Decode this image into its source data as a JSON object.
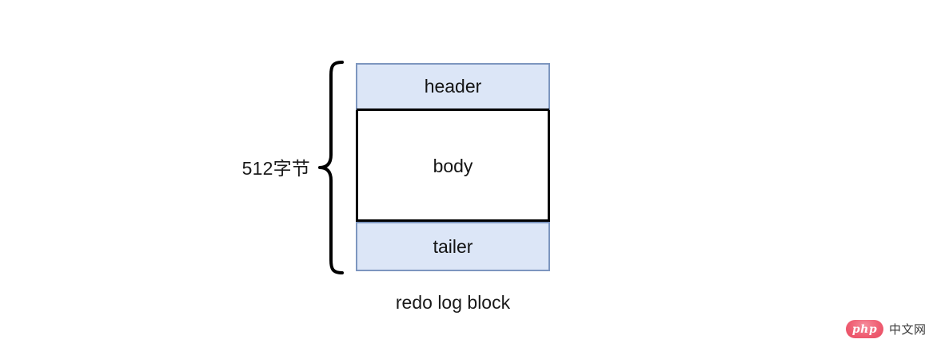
{
  "diagram": {
    "size_label": "512字节",
    "caption": "redo log block",
    "blocks": [
      {
        "label": "header",
        "fill": "#dce6f7",
        "stroke": "#7d96bf"
      },
      {
        "label": "body",
        "fill": "#ffffff",
        "stroke": "#000000"
      },
      {
        "label": "tailer",
        "fill": "#dce6f7",
        "stroke": "#7d96bf"
      }
    ],
    "brace": {
      "orientation": "left-pointing",
      "stroke": "#000000"
    }
  },
  "watermark": {
    "logo_text": "php",
    "site_text": "中文网",
    "logo_color": "#ef5f73"
  }
}
